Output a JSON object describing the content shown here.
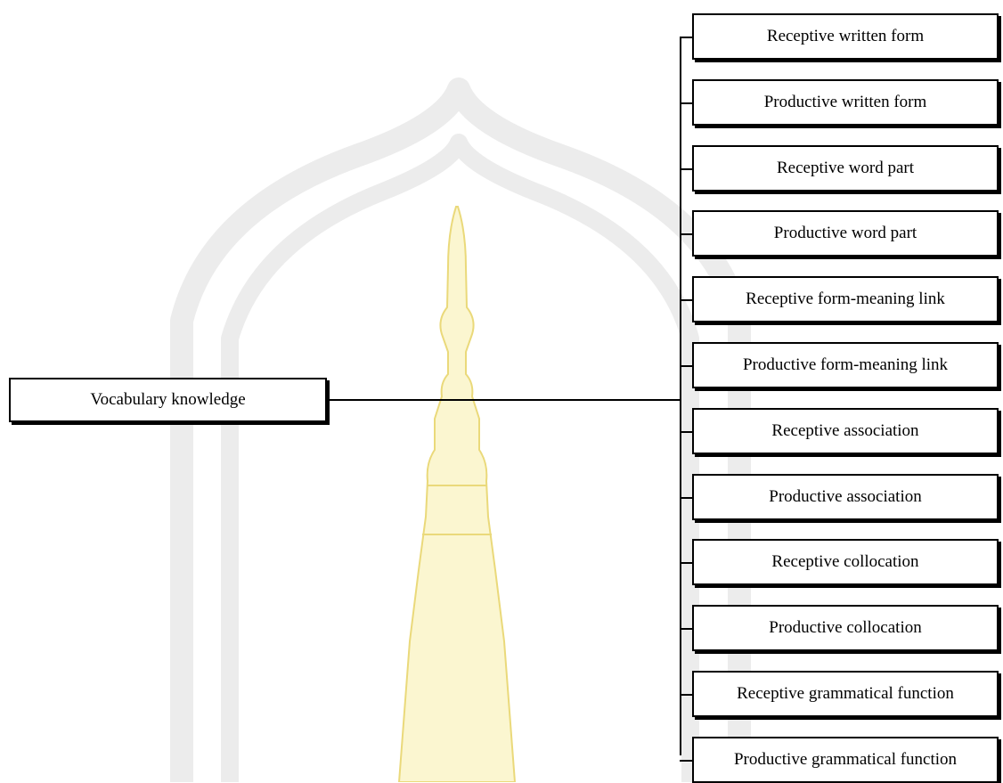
{
  "diagram": {
    "root": {
      "label": "Vocabulary knowledge"
    },
    "children": [
      {
        "label": "Receptive written form"
      },
      {
        "label": "Productive written form"
      },
      {
        "label": "Receptive word part"
      },
      {
        "label": "Productive word part"
      },
      {
        "label": "Receptive form-meaning link"
      },
      {
        "label": "Productive form-meaning link"
      },
      {
        "label": "Receptive association"
      },
      {
        "label": "Productive association"
      },
      {
        "label": "Receptive collocation"
      },
      {
        "label": "Productive collocation"
      },
      {
        "label": "Receptive grammatical function"
      },
      {
        "label": "Productive grammatical function"
      }
    ]
  },
  "watermark": {
    "arch_color": "#ececec",
    "spire_color": "#fbf6d0",
    "spire_outline": "#ead97a"
  }
}
